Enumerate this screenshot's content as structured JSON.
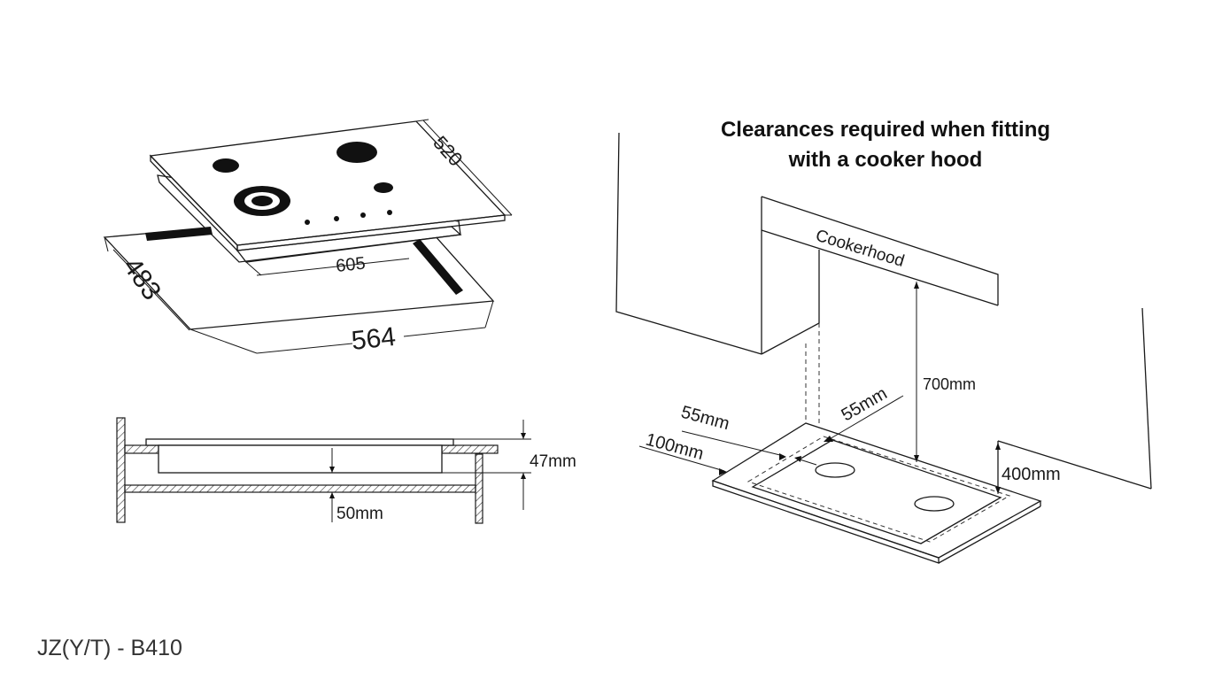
{
  "title": {
    "line1": "Clearances required when fitting",
    "line2": "with a cooker hood"
  },
  "model": "JZ(Y/T) - B410",
  "top_view": {
    "width_label": "605",
    "depth_label": "520",
    "cutout_width_label": "564",
    "cutout_depth_label": "483"
  },
  "section_view": {
    "thickness_label": "47mm",
    "gap_label": "50mm"
  },
  "clearance_view": {
    "hood_label": "Cookerhood",
    "hood_height_label": "700mm",
    "wall_height_label": "400mm",
    "side_clearance_label": "55mm",
    "back_clearance_label": "55mm",
    "front_clearance_label": "100mm"
  }
}
